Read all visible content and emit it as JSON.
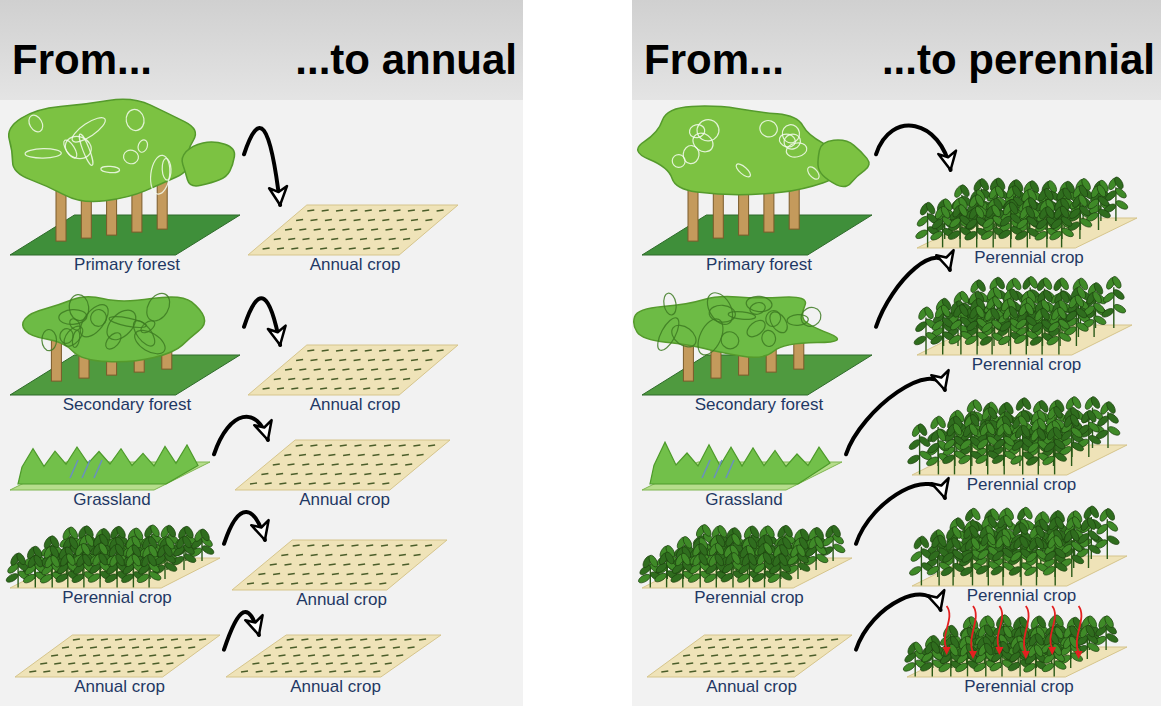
{
  "diagram": {
    "nodes": [
      {
        "text": [
          "From...",
          "...to annual"
        ]
      },
      {
        "text": [
          "Primary forest"
        ],
        "in": 0
      },
      {
        "text": [
          "Annual crop"
        ],
        "in": 0
      },
      {
        "text": [
          "Secondary forest"
        ],
        "in": 0
      },
      {
        "text": [
          "Annual crop"
        ],
        "in": 0
      },
      {
        "text": [
          "Grassland"
        ],
        "in": 0
      },
      {
        "text": [
          "Annual crop"
        ],
        "in": 0
      },
      {
        "text": [
          "Perennial crop"
        ],
        "in": 0
      },
      {
        "text": [
          "Annual crop"
        ],
        "in": 0
      },
      {
        "text": [
          "Annual crop"
        ],
        "in": 0
      },
      {
        "text": [
          "Annual crop"
        ],
        "in": 0
      },
      {
        "text": [
          "From...",
          "...to perennial"
        ]
      },
      {
        "text": [
          "Primary forest"
        ],
        "in": 11
      },
      {
        "text": [
          "Perennial crop"
        ],
        "in": 11
      },
      {
        "text": [
          "Secondary forest"
        ],
        "in": 11
      },
      {
        "text": [
          "Perennial crop"
        ],
        "in": 11
      },
      {
        "text": [
          "Grassland"
        ],
        "in": 11
      },
      {
        "text": [
          "Perennial crop"
        ],
        "in": 11
      },
      {
        "text": [
          "Perennial crop"
        ],
        "in": 11
      },
      {
        "text": [
          "Perennial crop"
        ],
        "in": 11
      },
      {
        "text": [
          "Annual crop"
        ],
        "in": 11
      },
      {
        "text": [
          "Perennial crop"
        ],
        "in": 11
      }
    ],
    "edges": [
      {
        "from": 1,
        "to": 2,
        "arrow": "to"
      },
      {
        "from": 3,
        "to": 4,
        "arrow": "to"
      },
      {
        "from": 5,
        "to": 6,
        "arrow": "to"
      },
      {
        "from": 7,
        "to": 8,
        "arrow": "to"
      },
      {
        "from": 9,
        "to": 10,
        "arrow": "to"
      },
      {
        "from": 12,
        "to": 13,
        "arrow": "to"
      },
      {
        "from": 14,
        "to": 15,
        "arrow": "to"
      },
      {
        "from": 16,
        "to": 17,
        "arrow": "to"
      },
      {
        "from": 18,
        "to": 19,
        "arrow": "to"
      },
      {
        "from": 20,
        "to": 21,
        "arrow": "to"
      }
    ]
  }
}
